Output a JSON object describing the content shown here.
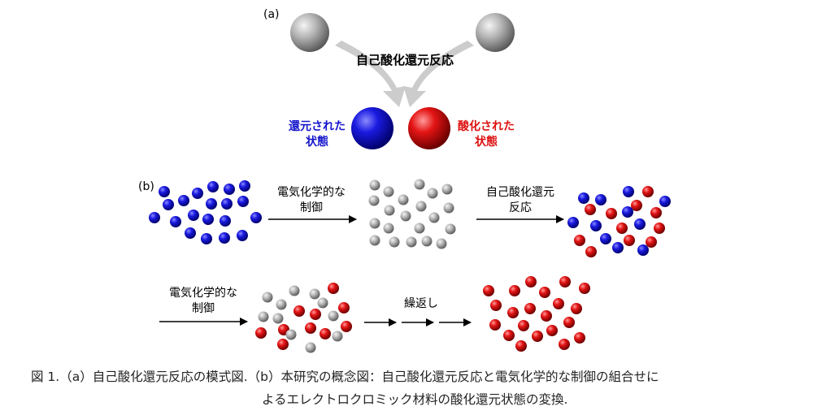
{
  "panel_a": {
    "label": "(a)",
    "reaction_label": "自己酸化還元反応",
    "reduced_label_line1": "還元された",
    "reduced_label_line2": "状態",
    "oxidized_label_line1": "酸化された",
    "oxidized_label_line2": "状態"
  },
  "panel_b": {
    "label": "(b)",
    "arrow1_line1": "電気化学的な",
    "arrow1_line2": "制御",
    "arrow2_line1": "自己酸化還元",
    "arrow2_line2": "反応",
    "arrow3_line1": "電気化学的な",
    "arrow3_line2": "制御",
    "arrow4_label": "繰返し"
  },
  "colors": {
    "reduced": "#1010d8",
    "oxidized": "#e01010",
    "neutral": "#9a9a9a",
    "reduced_text": "#1515cc",
    "oxidized_text": "#dd1111",
    "arrow_gray": "#c8c8c8"
  },
  "caption": {
    "line1": "図 1.（a）自己酸化還元反応の模式図.（b）本研究の概念図：自己酸化還元反応と電気化学的な制御の組合せに",
    "line2": "よるエレクトロクロミック材料の酸化還元状態の変換."
  }
}
